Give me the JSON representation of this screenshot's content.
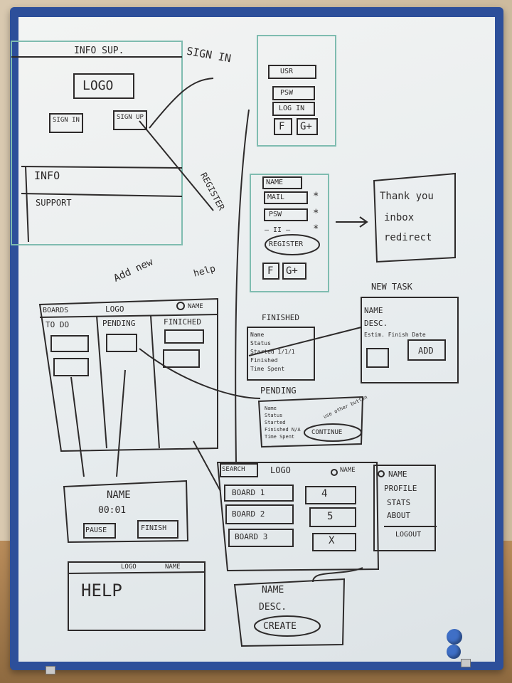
{
  "sketch_text": {
    "info_sup": "INFO SUP.",
    "logo_main": "LOGO",
    "sign_in_small": "SIGN IN",
    "sign_up_small": "SIGN UP",
    "info": "INFO",
    "support": "SUPPORT",
    "sign_in_arrow": "SIGN IN",
    "register_arrow": "REGISTER",
    "usr": "USR",
    "psw": "PSW",
    "log_in": "LOG IN",
    "f_btn": "F",
    "gplus_btn": "G+",
    "name_field": "NAME",
    "mail_field": "MAIL",
    "psw_field": "PSW",
    "repeat_field": "— II —",
    "star": "*",
    "register_btn": "REGISTER",
    "thank_you": "Thank you",
    "inbox": "inbox",
    "redirect": "redirect",
    "add_new": "Add new",
    "help_note": "help",
    "boards": "BOARDS",
    "logo_boards": "LOGO",
    "name_user": "NAME",
    "to_do": "TO DO",
    "pending": "PENDING",
    "finished": "FINICHED",
    "finished_title": "FINISHED",
    "fin_name": "Name",
    "fin_status": "Status",
    "fin_started": "Started 1/1/1",
    "fin_finished": "Finished",
    "fin_time": "Time Spent",
    "pending_title": "PENDING",
    "pen_name": "Name",
    "pen_status": "Status",
    "pen_started": "Started",
    "pen_finished": "Finished N/A",
    "pen_time": "Time Spent",
    "pen_note": "use other button",
    "continue_btn": "CONTINUE",
    "new_task": "NEW TASK",
    "nt_name": "NAME",
    "nt_desc": "DESC.",
    "nt_estim": "Estim. Finish Date",
    "nt_add": "ADD",
    "timer_name": "NAME",
    "timer_time": "00:01",
    "pause_btn": "PAUSE",
    "finish_btn": "FINISH",
    "search_btn": "SEARCH",
    "logo_list": "LOGO",
    "name_list": "NAME",
    "board1": "BOARD 1",
    "board2": "BOARD 2",
    "board3": "BOARD 3",
    "count1": "4",
    "count2": "5",
    "count3": "X",
    "menu_name": "NAME",
    "menu_profile": "PROFILE",
    "menu_stats": "STATS",
    "menu_about": "ABOUT",
    "menu_logout": "LOGOUT",
    "help_logo": "LOGO",
    "help_name": "NAME",
    "help_big": "HELP",
    "create_name": "NAME",
    "create_desc": "DESC.",
    "create_btn": "CREATE"
  },
  "colors": {
    "ink": "#2d2a2a",
    "frame": "#2d4f9a",
    "board": "#eef1f1",
    "teal_ink": "#7fbcb0"
  }
}
